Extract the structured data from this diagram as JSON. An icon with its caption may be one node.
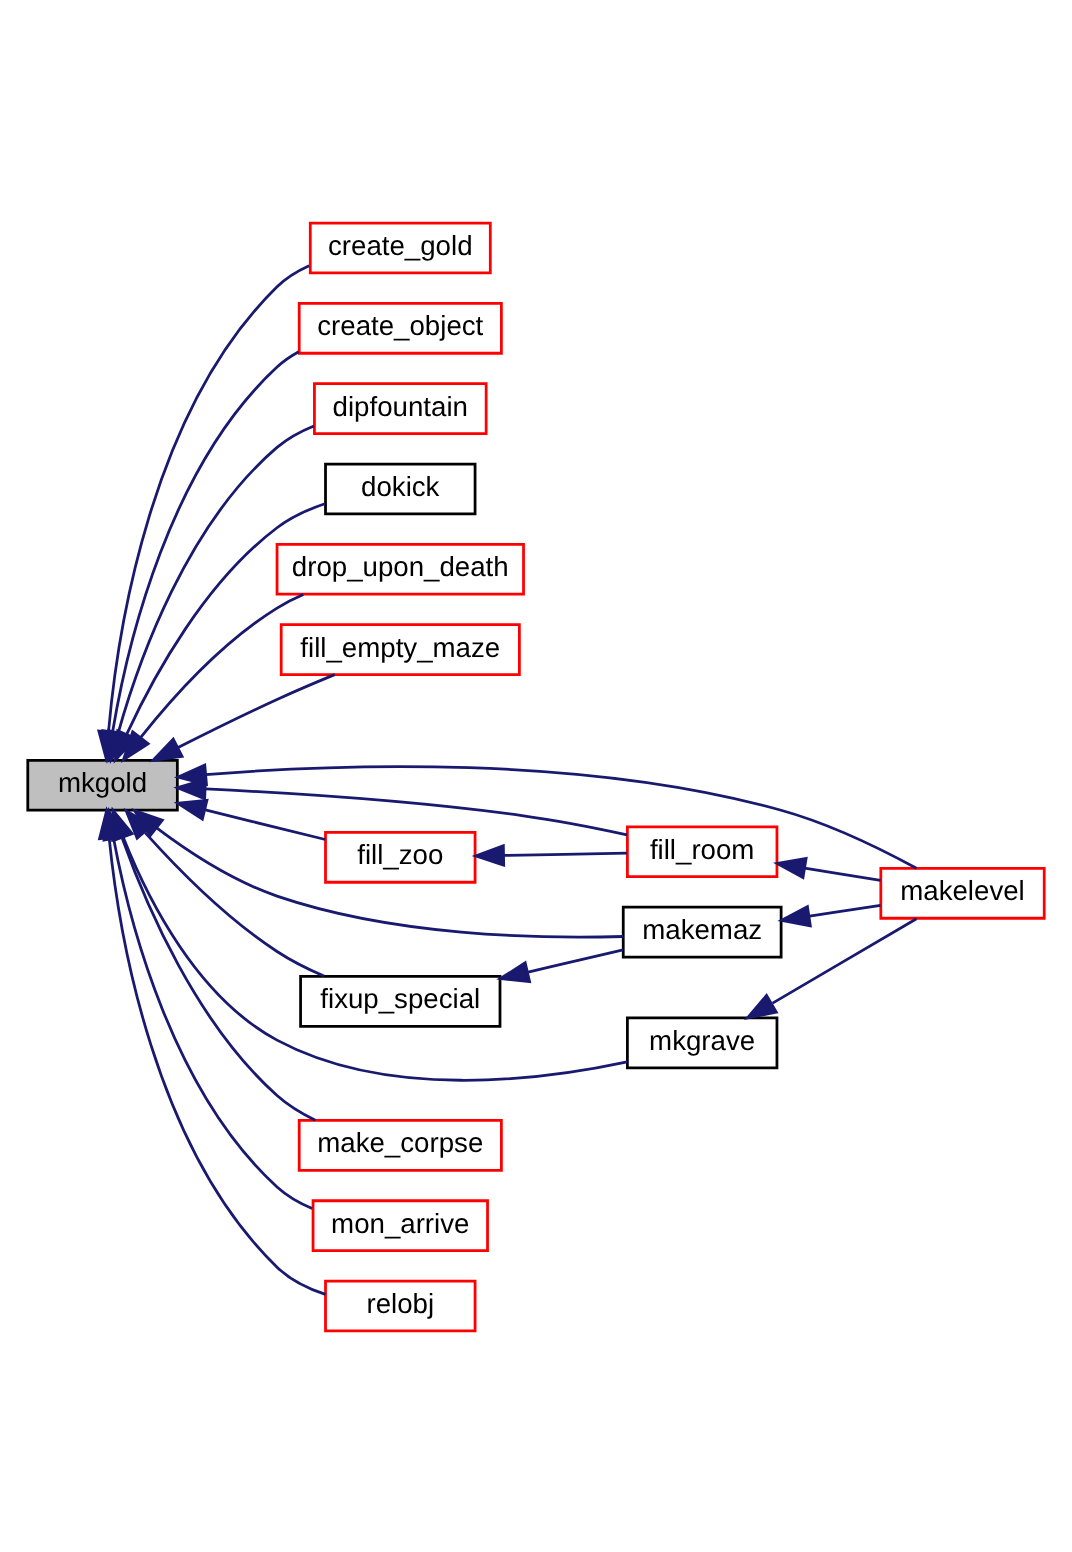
{
  "diagram": {
    "nodes": [
      {
        "text": [
          "mkgold"
        ]
      },
      {
        "text": [
          "create_gold"
        ]
      },
      {
        "text": [
          "create_object"
        ]
      },
      {
        "text": [
          "dipfountain"
        ]
      },
      {
        "text": [
          "dokick"
        ]
      },
      {
        "text": [
          "drop_upon_death"
        ]
      },
      {
        "text": [
          "fill_empty_maze"
        ]
      },
      {
        "text": [
          "fill_zoo"
        ]
      },
      {
        "text": [
          "fill_room"
        ]
      },
      {
        "text": [
          "makelevel"
        ]
      },
      {
        "text": [
          "fixup_special"
        ]
      },
      {
        "text": [
          "makemaz"
        ]
      },
      {
        "text": [
          "make_corpse"
        ]
      },
      {
        "text": [
          "mkgrave"
        ]
      },
      {
        "text": [
          "mon_arrive"
        ]
      },
      {
        "text": [
          "relobj"
        ]
      }
    ],
    "edges": [
      {
        "from": 1,
        "to": 0,
        "arrow": "to"
      },
      {
        "from": 2,
        "to": 0,
        "arrow": "to"
      },
      {
        "from": 3,
        "to": 0,
        "arrow": "to"
      },
      {
        "from": 4,
        "to": 0,
        "arrow": "to"
      },
      {
        "from": 5,
        "to": 0,
        "arrow": "to"
      },
      {
        "from": 6,
        "to": 0,
        "arrow": "to"
      },
      {
        "from": 8,
        "to": 0,
        "arrow": "to"
      },
      {
        "from": 7,
        "to": 0,
        "arrow": "to"
      },
      {
        "from": 8,
        "to": 7,
        "arrow": "to"
      },
      {
        "from": 9,
        "to": 0,
        "arrow": "to"
      },
      {
        "from": 9,
        "to": 8,
        "arrow": "to"
      },
      {
        "from": 10,
        "to": 0,
        "arrow": "to"
      },
      {
        "from": 11,
        "to": 0,
        "arrow": "to"
      },
      {
        "from": 11,
        "to": 10,
        "arrow": "to"
      },
      {
        "from": 9,
        "to": 11,
        "arrow": "to"
      },
      {
        "from": 12,
        "to": 0,
        "arrow": "to"
      },
      {
        "from": 13,
        "to": 0,
        "arrow": "to"
      },
      {
        "from": 9,
        "to": 13,
        "arrow": "to"
      },
      {
        "from": 14,
        "to": 0,
        "arrow": "to"
      },
      {
        "from": 15,
        "to": 0,
        "arrow": "to"
      }
    ]
  }
}
